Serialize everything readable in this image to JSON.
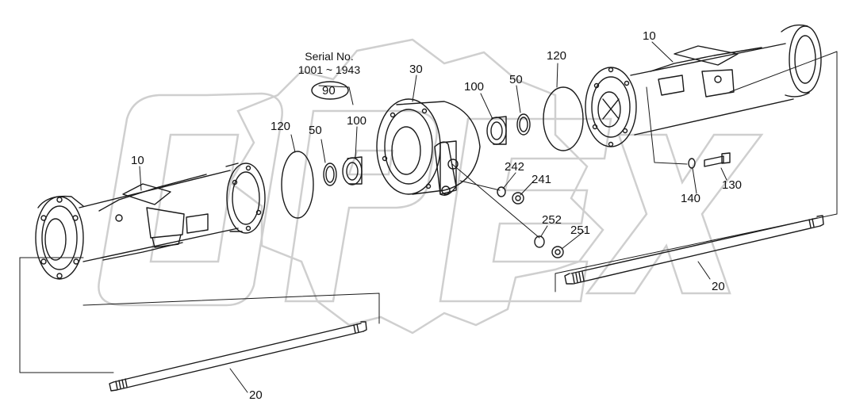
{
  "watermark": "OPEX",
  "serial": {
    "title": "Serial No.",
    "range": "1001 ~ 1943",
    "callout": "90"
  },
  "callouts": {
    "housing_left": "10",
    "housing_right": "10",
    "center_housing": "30",
    "oring_left": "120",
    "oring_right": "120",
    "seal_left": "50",
    "seal_right": "50",
    "bearing_left": "100",
    "bearing_right": "100",
    "washer_242": "242",
    "nut_241": "241",
    "washer_252": "252",
    "nut_251": "251",
    "washer_140": "140",
    "bolt_130": "130",
    "shaft_right": "20",
    "shaft_left": "20"
  },
  "colors": {
    "line": "#1a1a1a",
    "watermark": "#cfcfcf"
  }
}
